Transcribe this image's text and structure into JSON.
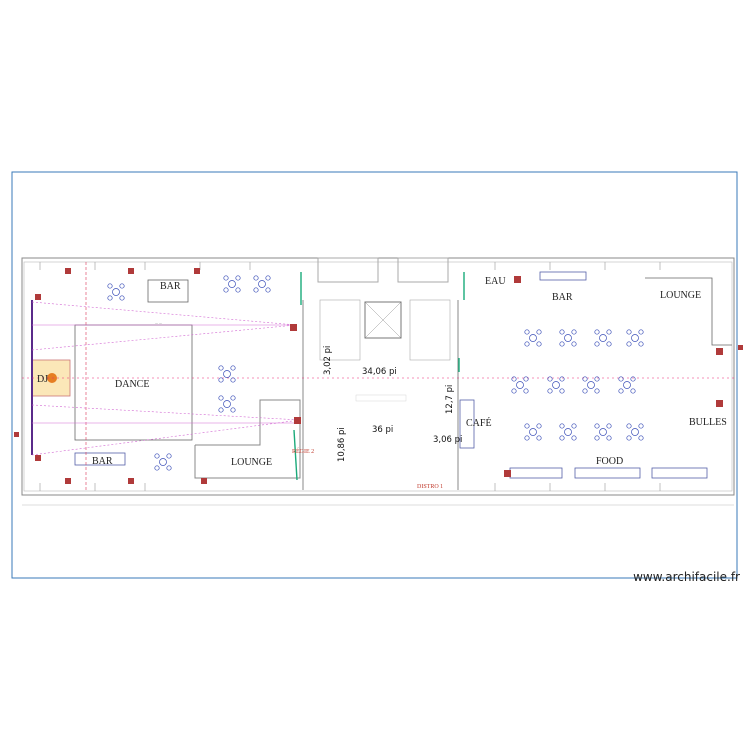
{
  "rooms": {
    "dj": "DJ",
    "bar_top": "BAR",
    "dance": "DANCE",
    "bar_bottom": "BAR",
    "lounge_left": "LOUNGE",
    "eau": "EAU",
    "bar_right": "BAR",
    "lounge_right": "LOUNGE",
    "cafe": "CAFÉ",
    "bulles": "BULLES",
    "food": "FOOD"
  },
  "dimensions": {
    "d1": "3,02 pi",
    "d2": "34,06 pi",
    "d3": "12,7 pi",
    "d4": "36 pi",
    "d5": "3,06 pi",
    "d6": "10,86 pi"
  },
  "markers": {
    "regie": "RÉGIE 2",
    "distro": "DISTRO 1"
  },
  "watermark": "www.archifacile.fr"
}
